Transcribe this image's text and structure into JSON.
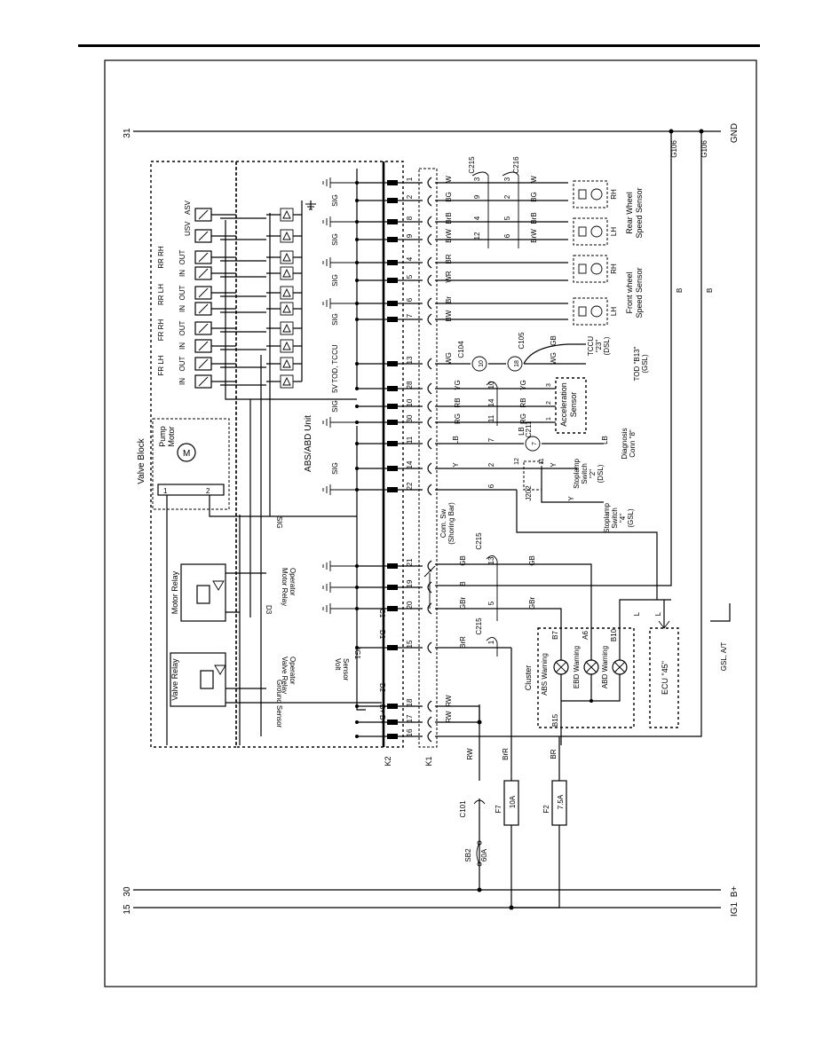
{
  "rails": {
    "gnd_num": "31",
    "gnd_name": "GND",
    "bplus_num": "30",
    "bplus_name": "B+",
    "ig1_num": "15",
    "ig1_name": "IG1"
  },
  "grounds": {
    "g106a": "G106",
    "g106b": "G106"
  },
  "valve_block": {
    "title": "Valve Block",
    "pump_motor": "Pump\nMotor",
    "motor_symbol": "M",
    "pin1": "1",
    "pin2": "2",
    "asv": "ASV",
    "usv": "USV",
    "valve_groups": [
      "RR RH",
      "RR LH",
      "FR RH",
      "FR LH"
    ],
    "out": "OUT",
    "in": "IN"
  },
  "relays": {
    "motor_relay": "Motor Relay",
    "valve_relay": "Valve Relay",
    "motor_relay_operator": "Motor Relay\nOperator",
    "valve_relay_operator": "Valve Relay\nOperator",
    "ground_sensor": "Ground Sensor",
    "volt_sensor": "Volt\nSensor",
    "d1": "D1",
    "d2": "D2",
    "d3": "D3",
    "c1": "C1",
    "ig1": "IG1",
    "bplus": "B+",
    "bplus2": "B+"
  },
  "unit": {
    "title": "ABS/ABD Unit",
    "k1": "K1",
    "k2": "K2",
    "pins": [
      "1",
      "2",
      "8",
      "9",
      "4",
      "5",
      "6",
      "7",
      "13",
      "28",
      "10",
      "30",
      "11",
      "14",
      "22",
      "21",
      "19",
      "20",
      "15",
      "18",
      "17",
      "16"
    ],
    "labels": {
      "sig": "SIG",
      "tod": "TOD, TCCU",
      "v5": "5V"
    }
  },
  "wires": {
    "c215": "C215",
    "c216": "C216",
    "c104": "C104",
    "c105": "C105",
    "c211": "C211",
    "j202": "J202",
    "c101": "C101",
    "colors": [
      "W",
      "BG",
      "BrB",
      "BrW",
      "BR",
      "WR",
      "Br",
      "BW",
      "WG",
      "YG",
      "RB",
      "RG",
      "LB",
      "Y",
      "GB",
      "B",
      "GBr",
      "BrR",
      "RW",
      "L",
      "GB"
    ]
  },
  "sensors": {
    "rear_wheel": "Rear Wheel\nSpeed Sensor",
    "front_wheel": "Front wheel\nSpeed Sensor",
    "rh": "RH",
    "lh": "LH",
    "accel": "Acceleration\nSensor",
    "tccu": "TCCU\n\"23\"\n(DSL)",
    "tod": "TOD \"B13\"\n(GSL)",
    "diag": "Diagnosis\nConn \"8\"",
    "stop_dsl": "Stoplamp\nSwitch\n\"2\"\n(DSL)",
    "stop_gsl": "Stoplamp\nSwitch\n\"4\"\n(GSL)",
    "comb_sw": "Com. Sw\n(Shoring Bar)"
  },
  "cluster": {
    "title": "Cluster",
    "abs": "ABS Warning",
    "ebd": "EBD Warning",
    "abd": "ABD Warning",
    "b7": "B7",
    "a6": "A6",
    "b10": "B10",
    "b15": "B15"
  },
  "ecu": {
    "label": "ECU \"45\"",
    "gsl": "GSL, A/T"
  },
  "fuses": {
    "f7": "F7",
    "f7_rating": "10A",
    "f2": "F2",
    "f2_rating": "7.5A",
    "sb2": "SB2",
    "sb2_rating": "60A"
  }
}
